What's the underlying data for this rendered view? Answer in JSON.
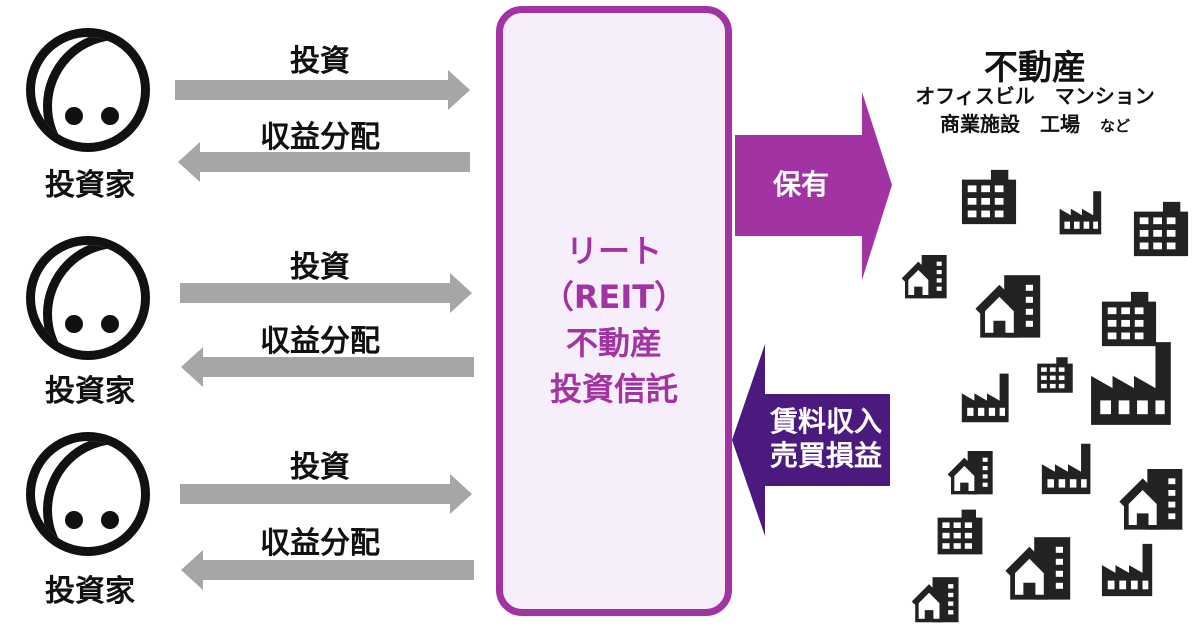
{
  "investors": [
    {
      "label": "投資家",
      "invest_label": "投資",
      "return_label": "収益分配"
    },
    {
      "label": "投資家",
      "invest_label": "投資",
      "return_label": "収益分配"
    },
    {
      "label": "投資家",
      "invest_label": "投資",
      "return_label": "収益分配"
    }
  ],
  "reit": {
    "line1": "リート",
    "line2": "（REIT）",
    "line3": "不動産",
    "line4": "投資信託"
  },
  "hold_arrow": {
    "label": "保有"
  },
  "income_arrow": {
    "line1": "賃料収入",
    "line2": "売買損益"
  },
  "real_estate": {
    "title": "不動産",
    "line1": "オフィスビル　マンション",
    "line2_main": "商業施設　工場",
    "line2_suffix": "など"
  },
  "colors": {
    "gray_arrow": "#a6a6a6",
    "reit_purple": "#a233a3",
    "income_purple": "#4b1a7e",
    "reit_fill": "#f7eefb",
    "icon_dark": "#222222"
  },
  "icons": [
    "office-building-icon",
    "factory-icon",
    "house-icon"
  ]
}
